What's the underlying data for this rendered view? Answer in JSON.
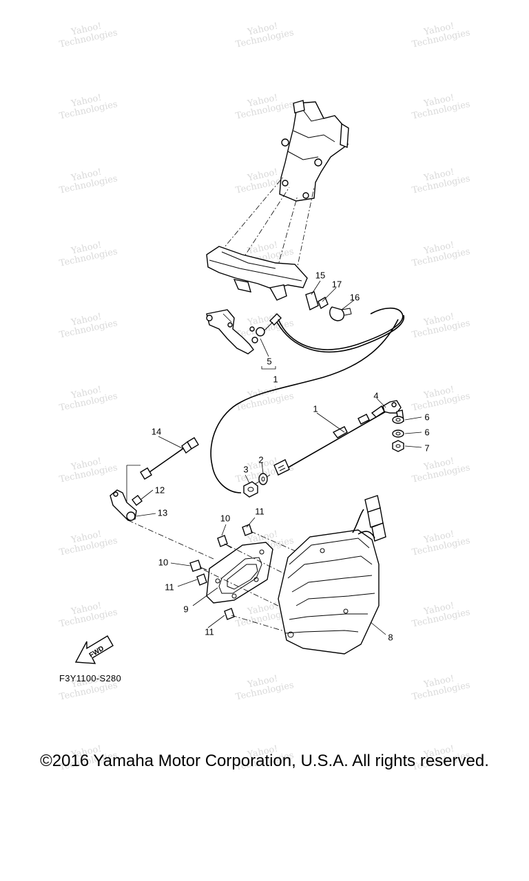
{
  "callouts": {
    "c1_top": "1",
    "c1_mid": "1",
    "c2": "2",
    "c3": "3",
    "c4": "4",
    "c5": "5",
    "c6a": "6",
    "c6b": "6",
    "c7": "7",
    "c8": "8",
    "c9": "9",
    "c10a": "10",
    "c10b": "10",
    "c11a": "11",
    "c11b": "11",
    "c11c": "11",
    "c12": "12",
    "c13": "13",
    "c14": "14",
    "c15": "15",
    "c16": "16",
    "c17": "17"
  },
  "fwd_label": "FWD",
  "figure_code": "F3Y1100-S280",
  "copyright": "©2016 Yamaha Motor Corporation, U.S.A. All rights reserved.",
  "watermark": {
    "line1": "Yahoo!",
    "line2": "Technologies"
  }
}
